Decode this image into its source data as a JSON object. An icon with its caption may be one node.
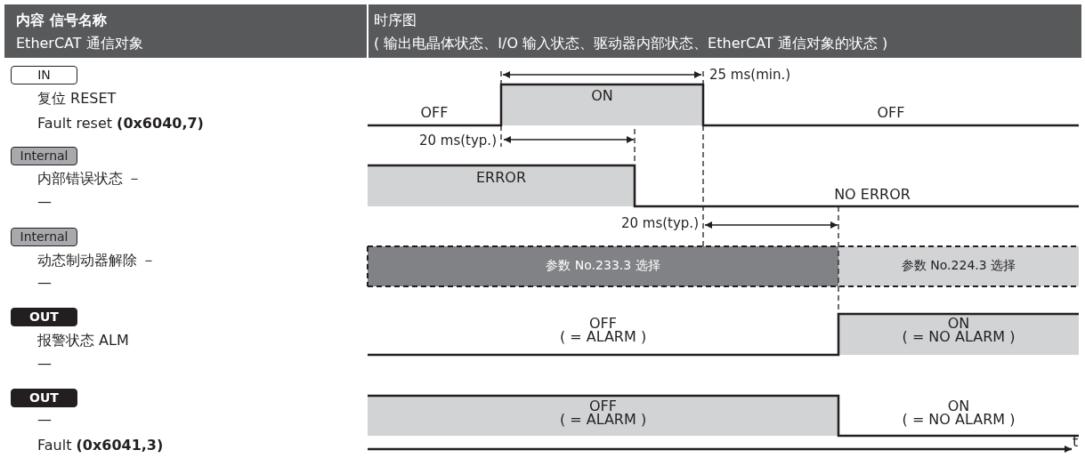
{
  "diagram": {
    "labels": [
      "内容 信号名称",
      "EtherCAT 通信对象",
      "时序图",
      "( 输出电晶体状态、I/O 输入状态、驱动器内部状态、EtherCAT 通信对象的状态 )",
      "IN",
      "复位 RESET",
      "Fault reset **(0x6040,7)**",
      "Internal",
      "内部错误状态 －",
      "—",
      "Internal",
      "动态制动器解除 －",
      "—",
      "OUT",
      "报警状态 ALM",
      "—",
      "OUT",
      "—",
      "Fault **(0x6041,3)**",
      "25 ms(min.)",
      "ON",
      "OFF",
      "OFF",
      "20 ms(typ.)",
      "ERROR",
      "NO ERROR",
      "20 ms(typ.)",
      "参数 No.233.3 选择",
      "参数 No.224.3 选择",
      "OFF ( = ALARM )",
      "ON ( = NO ALARM )",
      "OFF ( = ALARM )",
      "ON ( = NO ALARM )",
      "t"
    ]
  }
}
